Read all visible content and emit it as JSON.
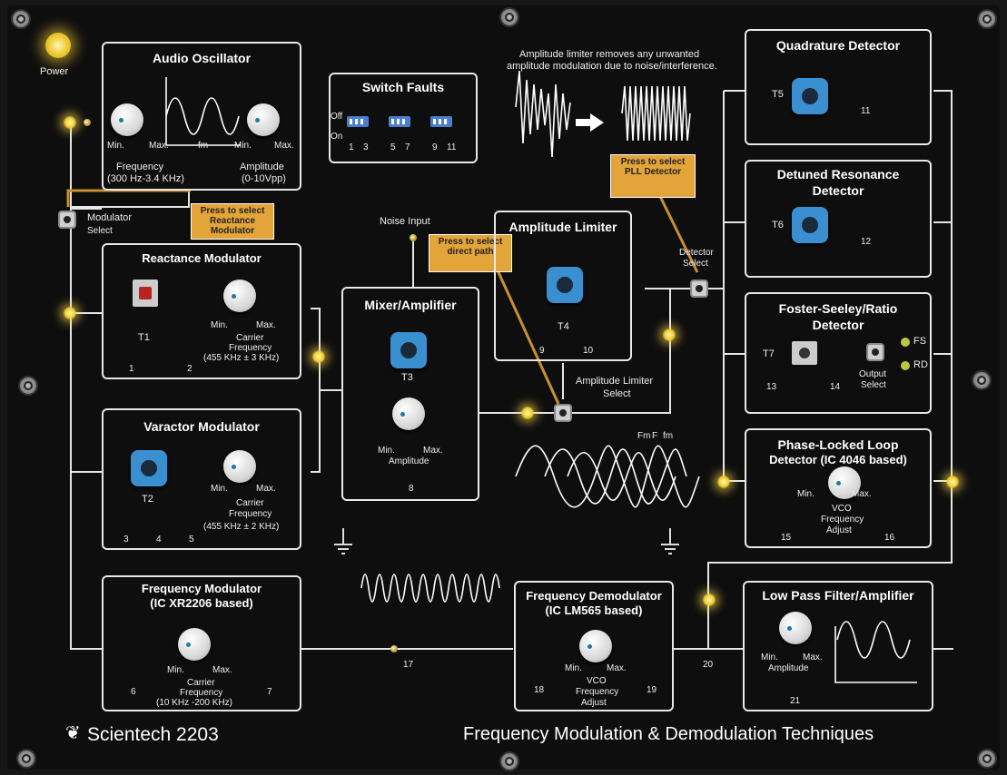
{
  "board": {
    "power_label": "Power",
    "brand": "Scientech 2203",
    "subtitle": "Frequency Modulation & Demodulation Techniques"
  },
  "audio_osc": {
    "title": "Audio Oscillator",
    "min1": "Min.",
    "max1": "Max.",
    "fm": "fm",
    "min2": "Min.",
    "max2": "Max.",
    "freq": "Frequency",
    "freq_range": "(300 Hz-3.4 KHz)",
    "amp": "Amplitude",
    "amp_range": "(0-10Vpp)"
  },
  "modulator_select": {
    "line1": "Modulator",
    "line2": "Select",
    "callout": "Press to select Reactance Modulator"
  },
  "reactance": {
    "title": "Reactance Modulator",
    "t": "T1",
    "min": "Min.",
    "max": "Max.",
    "carrier": "Carrier",
    "freq": "Frequency",
    "range": "(455 KHz ± 3 KHz)",
    "p1": "1",
    "p2": "2"
  },
  "varactor": {
    "title": "Varactor Modulator",
    "t": "T2",
    "min": "Min.",
    "max": "Max.",
    "carrier": "Carrier",
    "freq": "Frequency",
    "range": "(455 KHz ± 2 KHz)",
    "p3": "3",
    "p4": "4",
    "p5": "5"
  },
  "freq_mod": {
    "title1": "Frequency Modulator",
    "title2": "(IC XR2206 based)",
    "min": "Min.",
    "max": "Max.",
    "carrier": "Carrier",
    "freq": "Frequency",
    "range": "(10 KHz -200 KHz)",
    "p6": "6",
    "p7": "7"
  },
  "switch_faults": {
    "title": "Switch Faults",
    "off": "Off",
    "on": "On",
    "nums": [
      "1",
      "3",
      "5",
      "7",
      "9",
      "11"
    ]
  },
  "noise_input": "Noise Input",
  "mixer": {
    "title": "Mixer/Amplifier",
    "t": "T3",
    "min": "Min.",
    "max": "Max.",
    "amp": "Amplitude",
    "p8": "8"
  },
  "direct_callout": "Press to select direct path",
  "amp_limiter": {
    "title": "Amplitude Limiter",
    "t": "T4",
    "p9": "9",
    "p10": "10",
    "select1": "Amplitude Limiter",
    "select2": "Select"
  },
  "limiter_note": {
    "line1": "Amplitude limiter removes any unwanted",
    "line2": "amplitude modulation due to noise/interference."
  },
  "pll_callout": "Press to select PLL Detector",
  "detector_select": {
    "line1": "Detector",
    "line2": "Select"
  },
  "quad": {
    "title": "Quadrature Detector",
    "t": "T5",
    "p11": "11"
  },
  "detuned": {
    "title1": "Detuned Resonance",
    "title2": "Detector",
    "t": "T6",
    "p12": "12"
  },
  "foster": {
    "title1": "Foster-Seeley/Ratio",
    "title2": "Detector",
    "t": "T7",
    "p13": "13",
    "p14": "14",
    "out1": "Output",
    "out2": "Select",
    "fs": "FS",
    "rd": "RD"
  },
  "pll": {
    "title1": "Phase-Locked Loop",
    "title2": "Detector (IC 4046 based)",
    "min": "Min.",
    "max": "Max.",
    "vco": "VCO",
    "freq": "Frequency",
    "adjust": "Adjust",
    "p15": "15",
    "p16": "16"
  },
  "fm_labels": {
    "fm1": "Fm",
    "f": "F",
    "fm2": "fm"
  },
  "p17": "17",
  "freq_demod": {
    "title1": "Frequency Demodulator",
    "title2": "(IC LM565 based)",
    "min": "Min.",
    "max": "Max.",
    "vco": "VCO",
    "freq": "Frequency",
    "adjust": "Adjust",
    "p18": "18",
    "p19": "19"
  },
  "p20": "20",
  "lpf": {
    "title": "Low Pass Filter/Amplifier",
    "min": "Min.",
    "max": "Max.",
    "amp": "Amplitude",
    "p21": "21"
  }
}
